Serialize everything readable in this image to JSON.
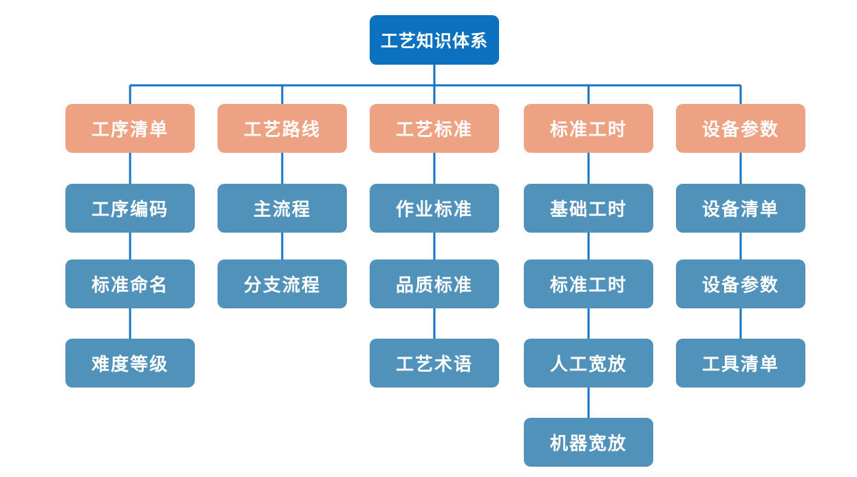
{
  "diagram": {
    "root": {
      "label": "工艺知识体系"
    },
    "columns": [
      {
        "header": "工序清单",
        "children": [
          "工序编码",
          "标准命名",
          "难度等级"
        ]
      },
      {
        "header": "工艺路线",
        "children": [
          "主流程",
          "分支流程"
        ]
      },
      {
        "header": "工艺标准",
        "children": [
          "作业标准",
          "品质标准",
          "工艺术语"
        ]
      },
      {
        "header": "标准工时",
        "children": [
          "基础工时",
          "标准工时",
          "人工宽放",
          "机器宽放"
        ]
      },
      {
        "header": "设备参数",
        "children": [
          "设备清单",
          "设备参数",
          "工具清单"
        ]
      }
    ],
    "colors": {
      "root_box": "#0C71BE",
      "branch_box": "#EDA284",
      "child_box": "#5192BA",
      "connector": "#1373C5",
      "text": "#FFFFFF",
      "background": "#FFFFFF"
    }
  }
}
